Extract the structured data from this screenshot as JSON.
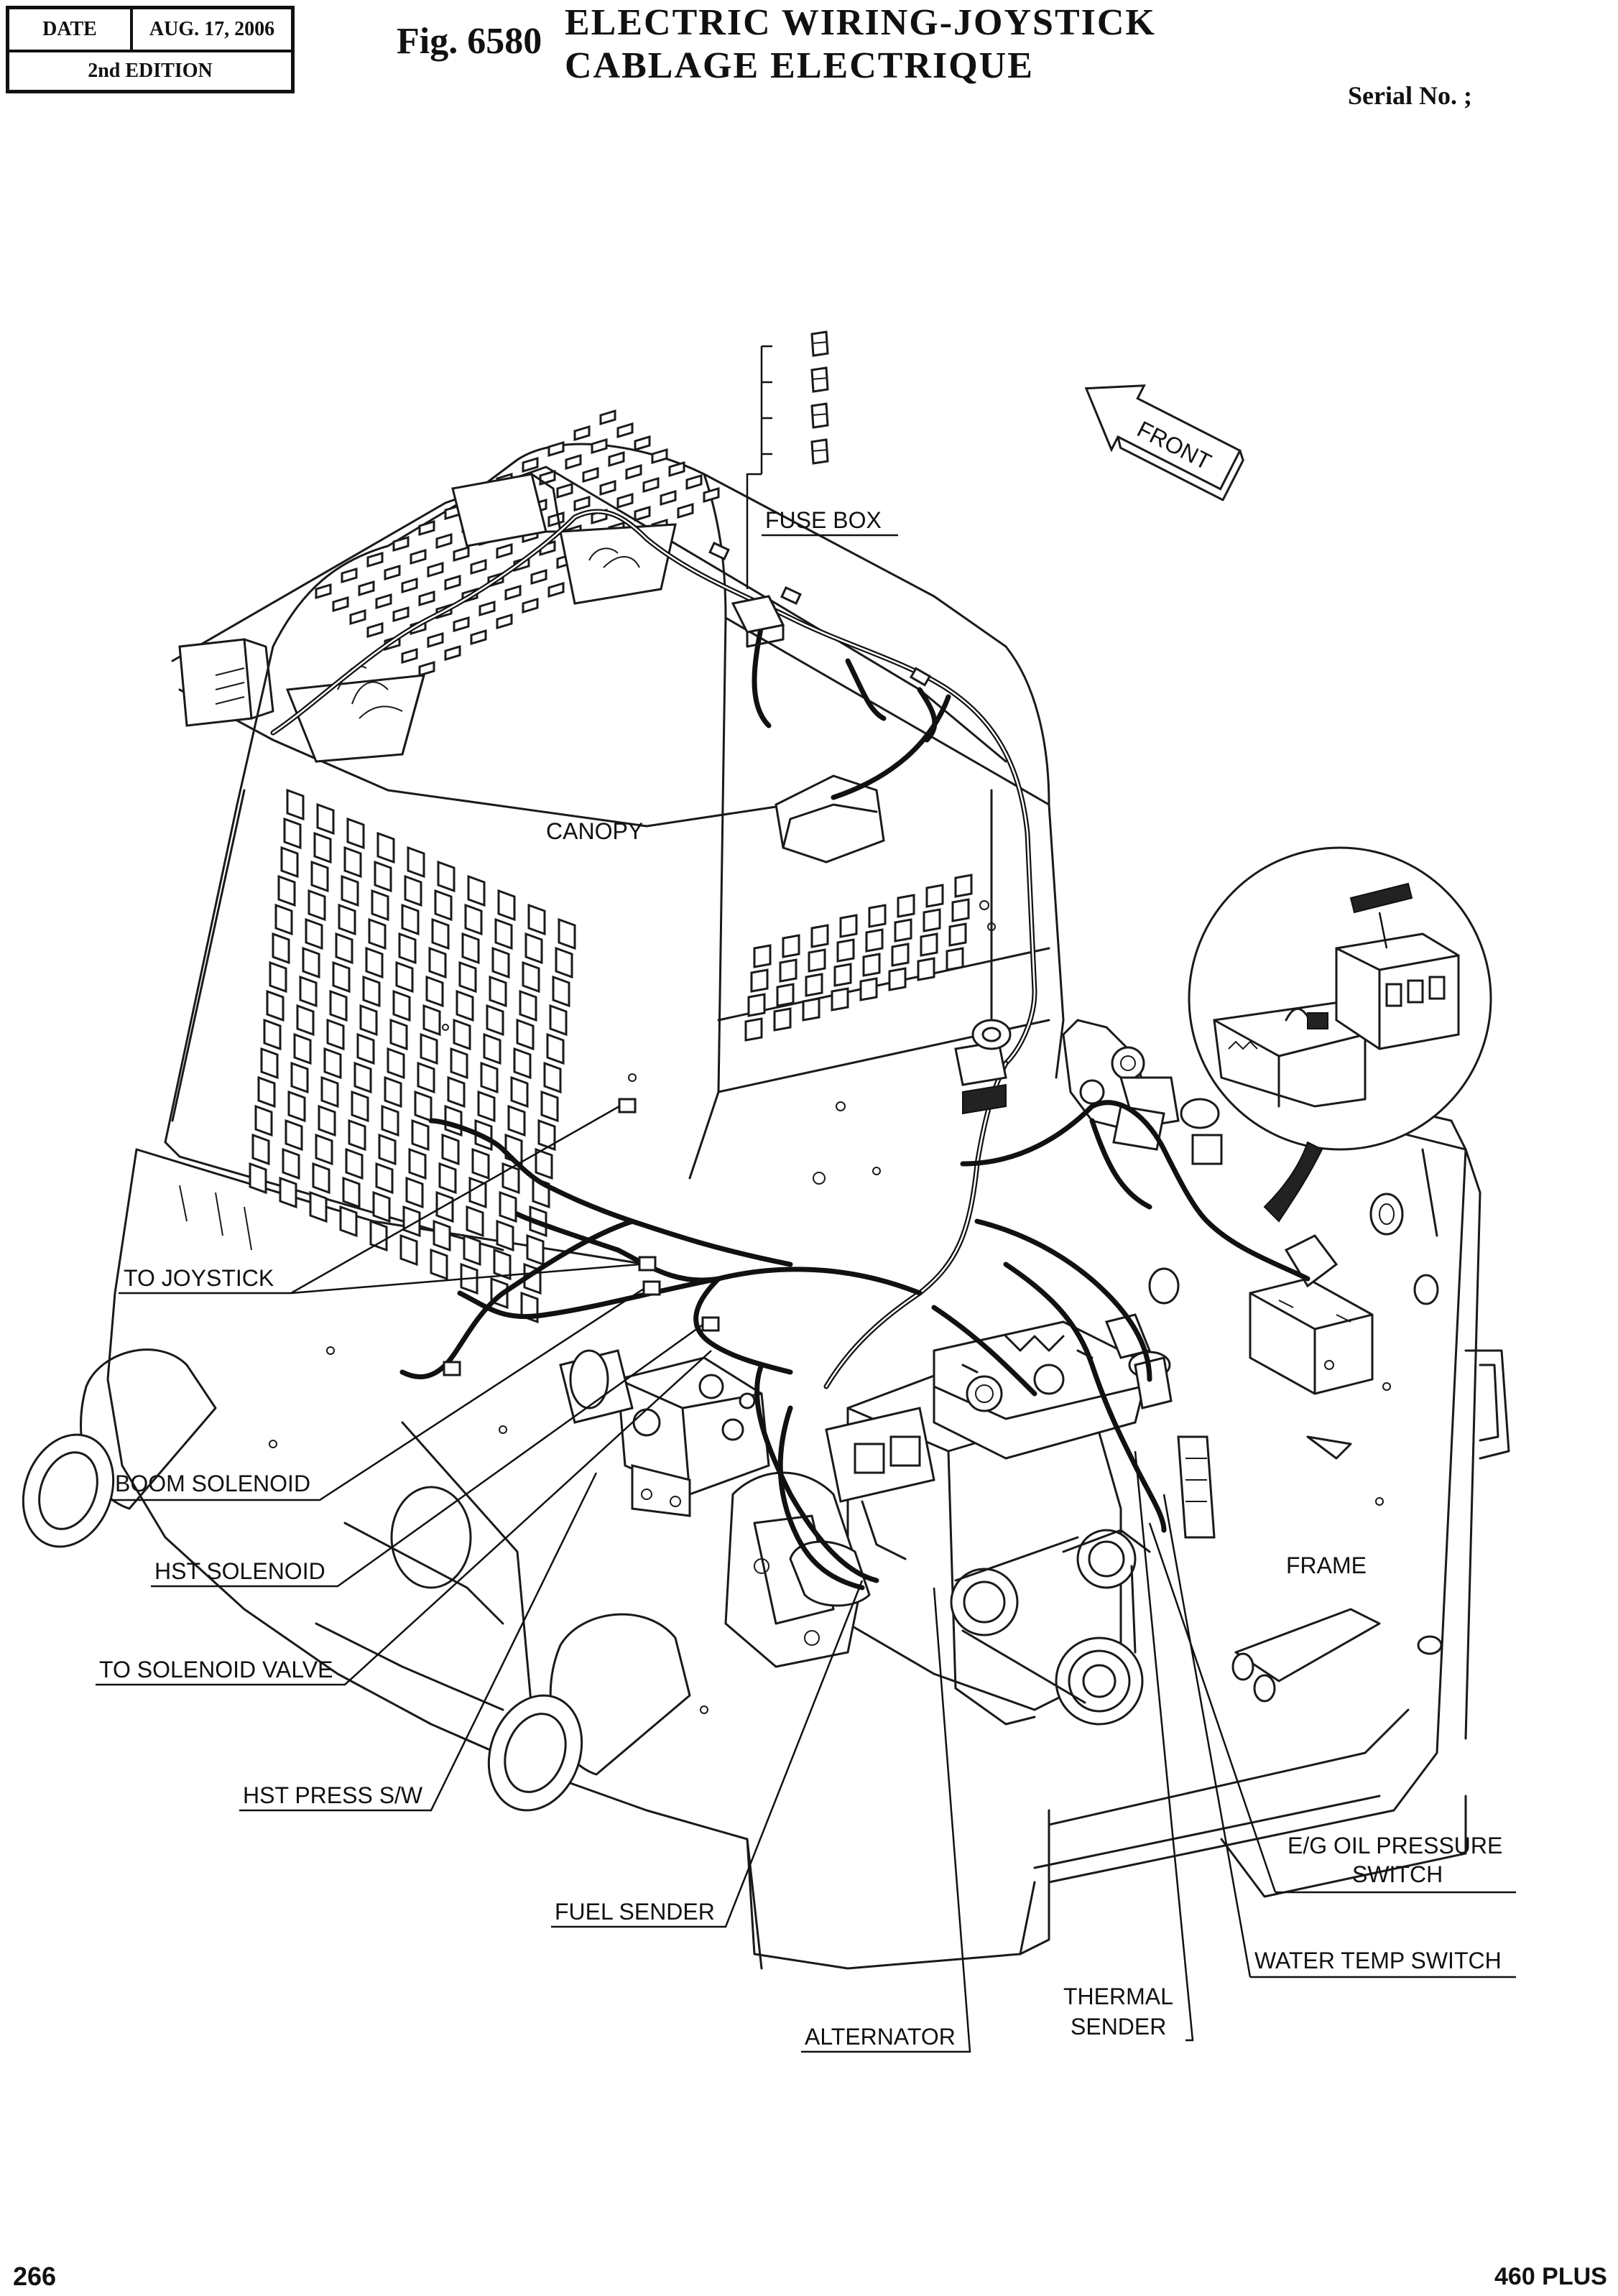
{
  "header": {
    "date_label": "DATE",
    "date_value": "AUG. 17, 2006",
    "edition": "2nd EDITION",
    "figure_number": "Fig. 6580",
    "title_en": "ELECTRIC WIRING-JOYSTICK",
    "title_fr": "CABLAGE ELECTRIQUE",
    "serial": "Serial No. ;"
  },
  "direction_arrow": {
    "text": "FRONT"
  },
  "labels": {
    "fuse_box": "FUSE BOX",
    "canopy": "CANOPY",
    "frame": "FRAME",
    "to_joystick": "TO JOYSTICK",
    "boom_solenoid": "BOOM SOLENOID",
    "hst_solenoid": "HST SOLENOID",
    "to_solenoid_valve": "TO SOLENOID VALVE",
    "hst_press_sw": "HST PRESS S/W",
    "fuel_sender": "FUEL SENDER",
    "alternator": "ALTERNATOR",
    "thermal_sender_1": "THERMAL",
    "thermal_sender_2": "SENDER",
    "water_temp_switch": "WATER TEMP SWITCH",
    "eg_oil_pressure_1": "E/G OIL PRESSURE",
    "eg_oil_pressure_2": "SWITCH"
  },
  "footer": {
    "page_number": "266",
    "model": "460 PLUS"
  }
}
